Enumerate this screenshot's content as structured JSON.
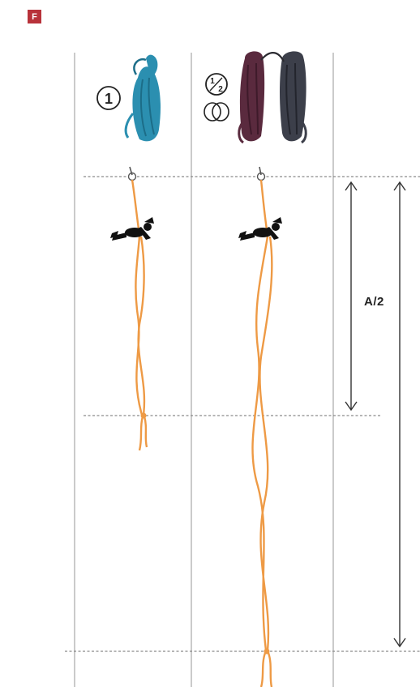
{
  "figure": {
    "panel_label": "F",
    "distance_label": "A/2"
  },
  "colors": {
    "badge": "#b8323a",
    "rope_single": "#2b8fb0",
    "rope_half_a": "#5a2a3e",
    "rope_half_b": "#3c3f4a",
    "rope_line": "#ee9a45",
    "ink": "#222222",
    "guide": "#9a9a9a"
  },
  "columns": [
    {
      "name": "single-rope",
      "icon": "rope-coil-icon",
      "symbol": "circled-1-icon"
    },
    {
      "name": "half-ropes",
      "icon": "double-rope-coil-icon",
      "symbol": "circled-half-icon"
    }
  ]
}
